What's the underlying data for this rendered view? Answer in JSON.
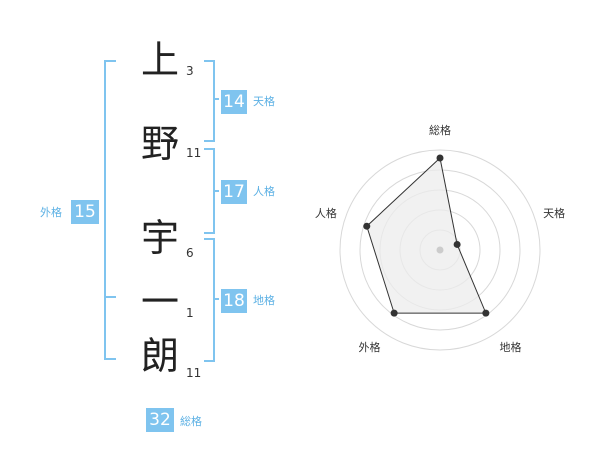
{
  "name_chars": [
    {
      "char": "上",
      "strokes": "3"
    },
    {
      "char": "野",
      "strokes": "11"
    },
    {
      "char": "宇",
      "strokes": "6"
    },
    {
      "char": "一",
      "strokes": "1"
    },
    {
      "char": "朗",
      "strokes": "11"
    }
  ],
  "fortunes": {
    "tenkaku": {
      "value": "14",
      "label": "天格"
    },
    "jinkaku": {
      "value": "17",
      "label": "人格"
    },
    "chikaku": {
      "value": "18",
      "label": "地格"
    },
    "gaikaku": {
      "value": "15",
      "label": "外格"
    },
    "soukaku": {
      "value": "32",
      "label": "総格"
    }
  },
  "chart_data": {
    "type": "radar",
    "axes": [
      "総格",
      "天格",
      "地格",
      "外格",
      "人格"
    ],
    "values": [
      0.92,
      0.18,
      0.78,
      0.78,
      0.77
    ],
    "rings": 5,
    "grid": true,
    "colors": {
      "fill": "#ececec",
      "ring": "#d8d8d8",
      "line": "#333333",
      "point": "#333333",
      "center": "#cccccc"
    }
  },
  "colors": {
    "accent": "#7fc4ef",
    "accent_text": "#5bb0e4"
  }
}
